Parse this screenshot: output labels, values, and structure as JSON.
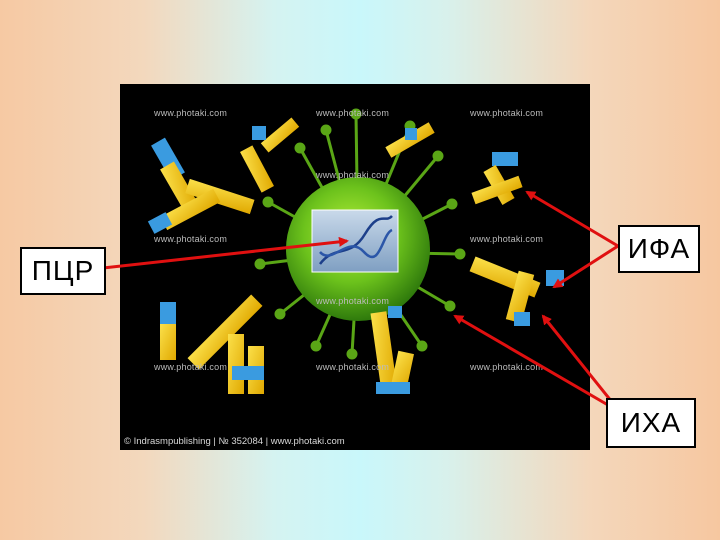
{
  "labels": {
    "pcr": "ПЦР",
    "ifa": "ИФА",
    "iha": "ИХА"
  },
  "image": {
    "watermark": "www.photaki.com",
    "credit": "© Indrasmpublishing | № 352084 | www.photaki.com"
  },
  "colors": {
    "arrow": "#e01010",
    "virus": "#6fc21e",
    "antibody_heavy": "#f2c40e",
    "antibody_tip": "#3a9be0",
    "background_photo": "#000000"
  }
}
